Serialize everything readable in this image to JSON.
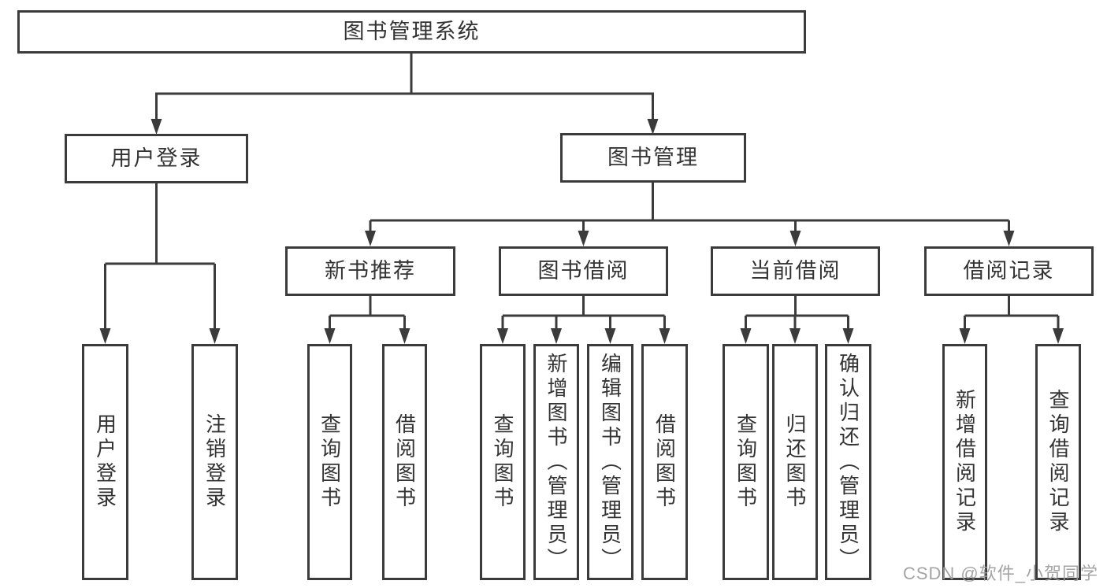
{
  "diagram": {
    "root": {
      "label": "图书管理系统"
    },
    "watermark": "CSDN @软件_小贺同学",
    "colors": {
      "line": "#3b3b3b",
      "text": "#333333",
      "watermark_text": "#9b9b9b",
      "background": "#ffffff"
    },
    "branches": [
      {
        "label": "用户登录",
        "children": [
          {
            "label": "用户登录"
          },
          {
            "label": "注销登录"
          }
        ]
      },
      {
        "label": "图书管理",
        "children": [
          {
            "label": "新书推荐",
            "children": [
              {
                "label": "查询图书"
              },
              {
                "label": "借阅图书"
              }
            ]
          },
          {
            "label": "图书借阅",
            "children": [
              {
                "label": "查询图书"
              },
              {
                "label": "新增图书（管理员）"
              },
              {
                "label": "编辑图书（管理员）"
              },
              {
                "label": "借阅图书"
              }
            ]
          },
          {
            "label": "当前借阅",
            "children": [
              {
                "label": "查询图书"
              },
              {
                "label": "归还图书"
              },
              {
                "label": "确认归还（管理员）"
              }
            ]
          },
          {
            "label": "借阅记录",
            "children": [
              {
                "label": "新增借阅记录"
              },
              {
                "label": "查询借阅记录"
              }
            ]
          }
        ]
      }
    ]
  }
}
